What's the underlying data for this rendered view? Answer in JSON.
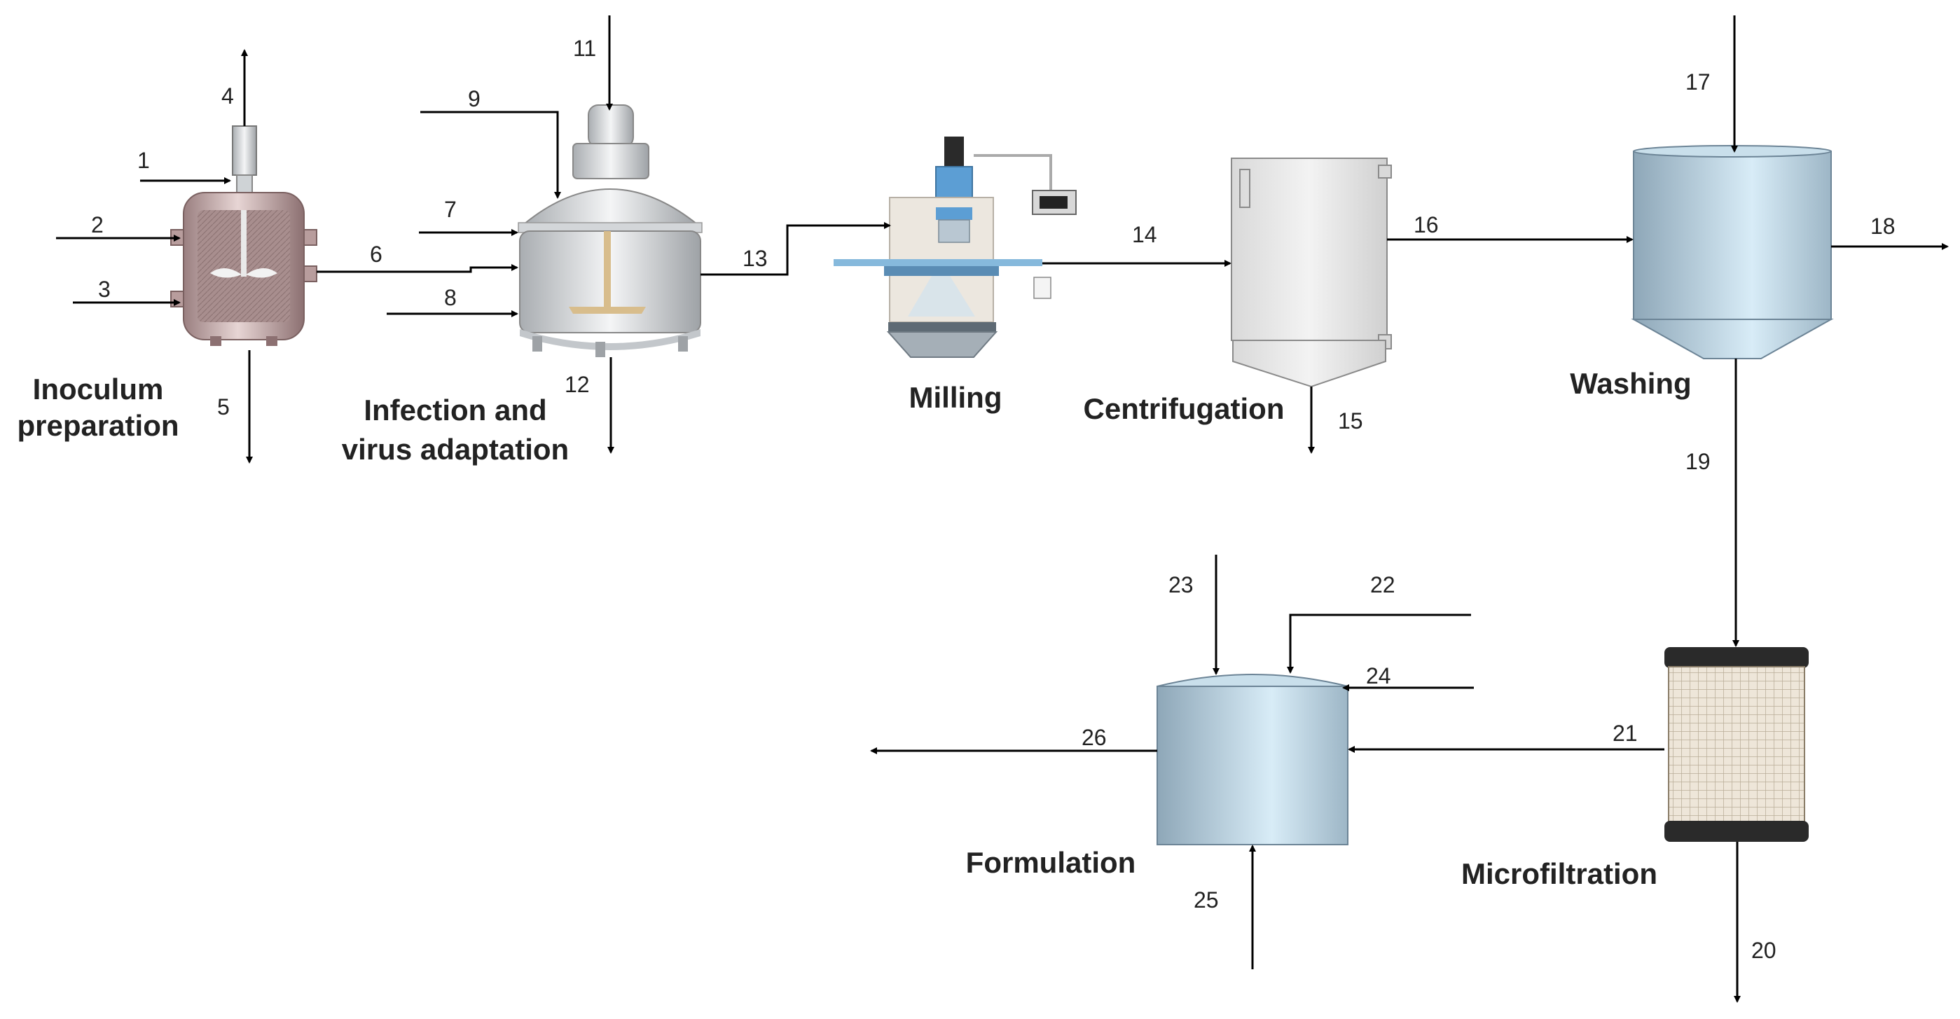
{
  "units": {
    "inoculum": {
      "label_line1": "Inoculum",
      "label_line2": "preparation"
    },
    "infection": {
      "label_line1": "Infection and",
      "label_line2": "virus adaptation"
    },
    "milling": {
      "label": "Milling"
    },
    "centrifugation": {
      "label": "Centrifugation"
    },
    "washing": {
      "label": "Washing"
    },
    "microfiltration": {
      "label": "Microfiltration"
    },
    "formulation": {
      "label": "Formulation"
    }
  },
  "streams": [
    "1",
    "2",
    "3",
    "4",
    "5",
    "6",
    "7",
    "8",
    "9",
    "11",
    "12",
    "13",
    "14",
    "15",
    "16",
    "17",
    "18",
    "19",
    "20",
    "21",
    "22",
    "23",
    "24",
    "25",
    "26"
  ]
}
